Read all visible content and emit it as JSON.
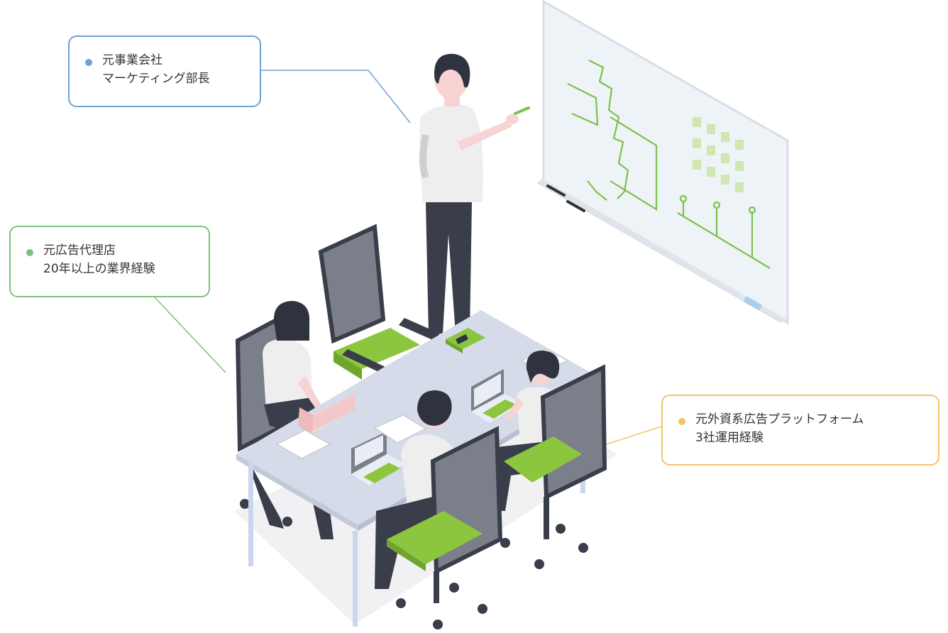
{
  "callouts": {
    "manager": {
      "line1": "元事業会社",
      "line2": "マーケティング部長",
      "color": "#6fa2d6"
    },
    "agency": {
      "line1": "元広告代理店",
      "line2": "20年以上の業界経験",
      "color": "#7ec27a"
    },
    "platform": {
      "line1": "元外資系広告プラットフォーム",
      "line2": "3社運用経験",
      "color": "#f5c46a"
    }
  },
  "illustration": {
    "subject": "meeting-room",
    "icons": [
      "whiteboard-icon",
      "presenter-icon",
      "meeting-table-icon",
      "office-chair-icon",
      "laptop-icon",
      "notebook-icon",
      "document-icon"
    ],
    "colors": {
      "chair_seat": "#8cc63f",
      "chair_frame": "#3a3d4a",
      "table_top": "#d5dbe8",
      "table_leg": "#c9d6ee",
      "whiteboard": "#eef3f7",
      "marker_drawing": "#7cc24a",
      "skin": "#f8d3d3",
      "hair": "#2f3340",
      "trousers": "#3a3d4a",
      "shirt": "#eeeeee"
    }
  }
}
